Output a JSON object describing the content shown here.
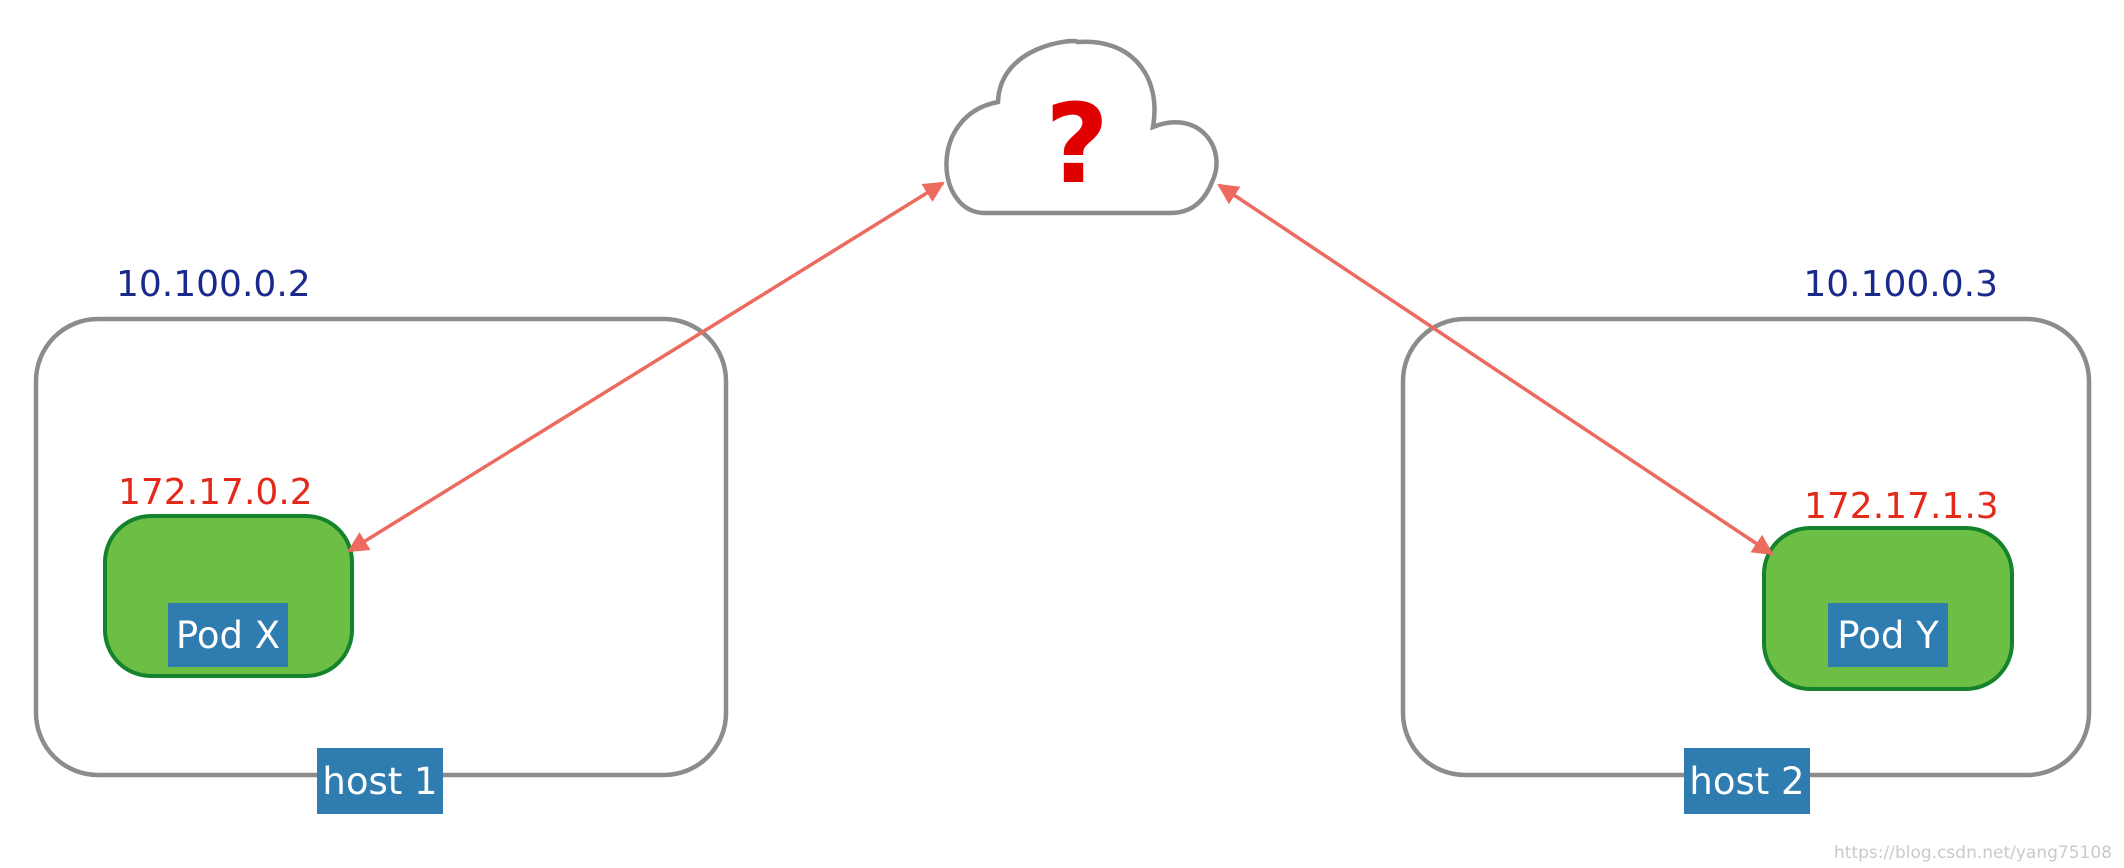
{
  "cloud": {
    "label": "?"
  },
  "hosts": [
    {
      "name": "host 1",
      "ip": "10.100.0.2",
      "pod": {
        "name": "Pod X",
        "ip": "172.17.0.2"
      }
    },
    {
      "name": "host 2",
      "ip": "10.100.0.3",
      "pod": {
        "name": "Pod Y",
        "ip": "172.17.1.3"
      }
    }
  ],
  "colors": {
    "host_border": "#8c8c8c",
    "pod_fill": "#6cbf44",
    "pod_border": "#15822c",
    "tag_fill": "#2e7cb0",
    "host_ip": "#1a2a8c",
    "pod_ip": "#e32a1a",
    "question_mark": "#e00000",
    "link": "#ec6a5e"
  },
  "watermark": "https://blog.csdn.net/yang75108"
}
